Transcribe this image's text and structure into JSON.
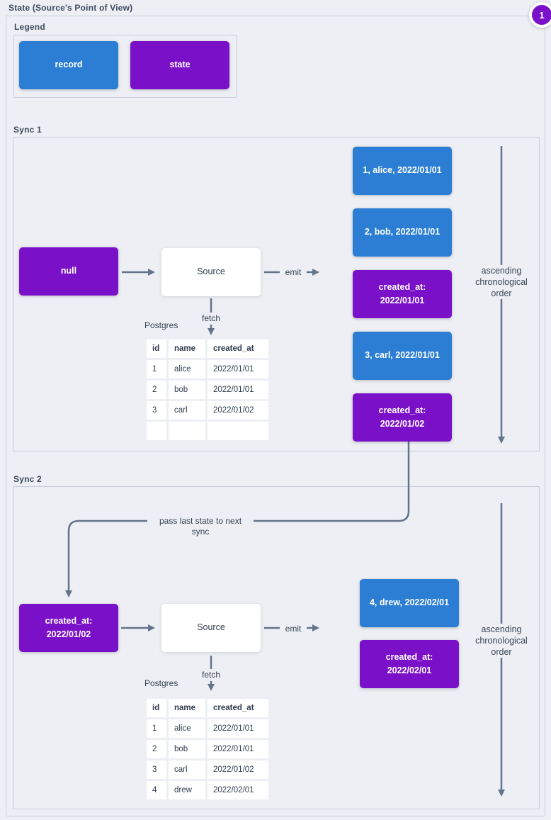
{
  "page": {
    "title": "State (Source's Point of View)",
    "badge": "1"
  },
  "colors": {
    "record": "#2b7ed3",
    "state": "#7a11c9",
    "line": "#64748b",
    "border": "#c7ceda",
    "background": "#edeff4"
  },
  "legend": {
    "label": "Legend",
    "record_label": "record",
    "state_label": "state"
  },
  "sync1": {
    "label": "Sync 1",
    "input_state": "null",
    "source": "Source",
    "emit": "emit",
    "fetch": "fetch",
    "database": "Postgres",
    "order_note": "ascending\nchronological\norder",
    "emitted": [
      {
        "kind": "record",
        "text": "1, alice, 2022/01/01"
      },
      {
        "kind": "record",
        "text": "2, bob, 2022/01/01"
      },
      {
        "kind": "state",
        "text": "created_at:\n2022/01/01"
      },
      {
        "kind": "record",
        "text": "3, carl, 2022/01/01"
      },
      {
        "kind": "state",
        "text": "created_at:\n2022/01/02"
      }
    ],
    "table": {
      "headers": [
        "id",
        "name",
        "created_at"
      ],
      "rows": [
        [
          "1",
          "alice",
          "2022/01/01"
        ],
        [
          "2",
          "bob",
          "2022/01/01"
        ],
        [
          "3",
          "carl",
          "2022/01/02"
        ],
        [
          "",
          "",
          ""
        ]
      ]
    }
  },
  "connector": {
    "label": "pass last state to next sync"
  },
  "sync2": {
    "label": "Sync 2",
    "input_state": "created_at:\n2022/01/02",
    "source": "Source",
    "emit": "emit",
    "fetch": "fetch",
    "database": "Postgres",
    "order_note": "ascending\nchronological\norder",
    "emitted": [
      {
        "kind": "record",
        "text": "4, drew, 2022/02/01"
      },
      {
        "kind": "state",
        "text": "created_at:\n2022/02/01"
      }
    ],
    "table": {
      "headers": [
        "id",
        "name",
        "created_at"
      ],
      "rows": [
        [
          "1",
          "alice",
          "2022/01/01"
        ],
        [
          "2",
          "bob",
          "2022/01/01"
        ],
        [
          "3",
          "carl",
          "2022/01/02"
        ],
        [
          "4",
          "drew",
          "2022/02/01"
        ]
      ]
    }
  }
}
